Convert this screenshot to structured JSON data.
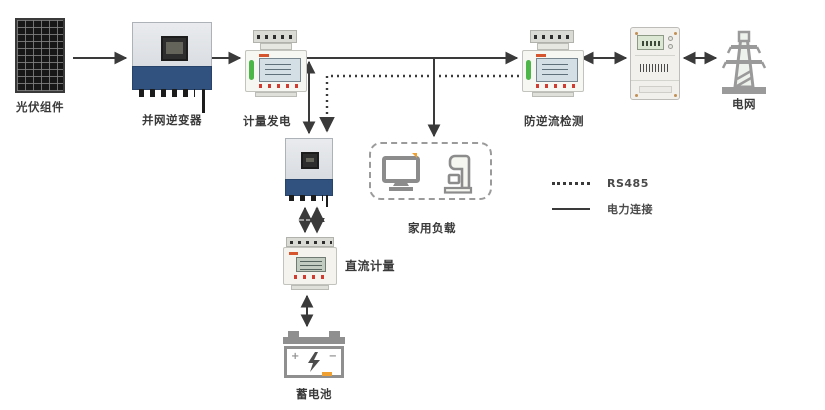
{
  "diagram": {
    "labels": {
      "pv": "光伏组件",
      "inverter": "并网逆变器",
      "gen_meter": "计量发电",
      "anti_backflow": "防逆流检测",
      "grid": "电网",
      "household_load": "家用负载",
      "dc_meter": "直流计量",
      "battery": "蓄电池"
    },
    "legend": {
      "rs485": "RS485",
      "power": "电力连接"
    },
    "battery_symbols": {
      "plus": "+",
      "minus": "−"
    },
    "colors": {
      "line": "#3a3a3a",
      "meter_green": "#4cb648",
      "inverter_blue": "#31517e",
      "warning_orange": "#f0a030",
      "icon_gray": "#8c8c8c"
    }
  }
}
